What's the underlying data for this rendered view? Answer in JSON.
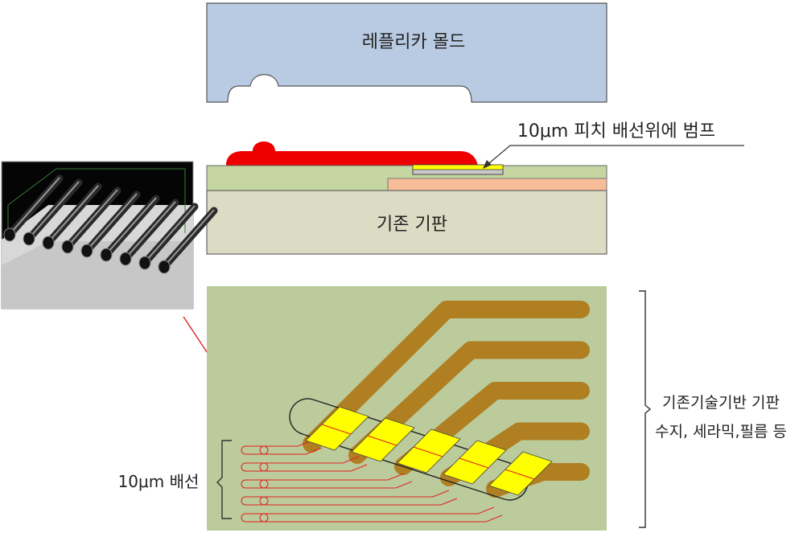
{
  "labels": {
    "mold": "레플리카 몰드",
    "bump": "10μm 피치 배선위에 범프",
    "substrate": "기존 기판",
    "wiring": "10μm 배선",
    "base_line1": "기존기술기반 기판",
    "base_line2": "수지, 세라믹,필름 등"
  },
  "colors": {
    "mold": "#b9cbe3",
    "bump_resin": "#ee0000",
    "green_layer": "#c6d6a2",
    "copper_layer": "#f6bd98",
    "substrate": "#dcdbc4",
    "board": "#bccb9c",
    "trace": "#b07f22",
    "pad": "#ffff00",
    "fine_wire": "#e02020",
    "arrow": "#e02020"
  },
  "trace_count": 5
}
